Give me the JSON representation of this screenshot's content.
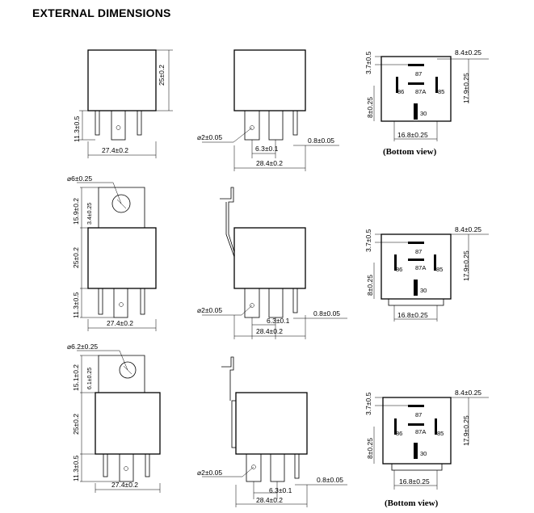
{
  "title": "EXTERNAL DIMENSIONS",
  "rows": [
    {
      "front": {
        "height": "25±0.2",
        "pin_len": "11.3±0.5",
        "width": "27.4±0.2"
      },
      "side": {
        "hole": "⌀2±0.05",
        "pitch": "6.3±0.1",
        "thick": "0.8±0.05",
        "width": "28.4±0.2"
      },
      "bottom": {
        "top_offset": "3.7±0.5",
        "right_offset": "8.4±0.25",
        "height": "17.9±0.25",
        "left_h": "8±0.25",
        "width": "16.8±0.25",
        "caption": "(Bottom view)"
      }
    },
    {
      "front": {
        "hole": "⌀6±0.25",
        "bracket_h": "15.9±0.2",
        "bracket_inner": "3.4±0.25",
        "height": "25±0.2",
        "pin_len": "11.3±0.5",
        "width": "27.4±0.2"
      },
      "side": {
        "hole": "⌀2±0.05",
        "pitch": "6.3±0.1",
        "thick": "0.8±0.05",
        "width": "28.4±0.2"
      },
      "bottom": {
        "top_offset": "3.7±0.5",
        "right_offset": "8.4±0.25",
        "height": "17.9±0.25",
        "left_h": "8±0.25",
        "width": "16.8±0.25"
      }
    },
    {
      "front": {
        "hole": "⌀6.2±0.25",
        "bracket_h": "15.1±0.2",
        "bracket_inner": "6.1±0.25",
        "height": "25±0.2",
        "pin_len": "11.3±0.5",
        "width": "27.4±0.2"
      },
      "side": {
        "hole": "⌀2±0.05",
        "pitch": "6.3±0.1",
        "thick": "0.8±0.05",
        "width": "28.4±0.2"
      },
      "bottom": {
        "top_offset": "3.7±0.5",
        "right_offset": "8.4±0.25",
        "height": "17.9±0.25",
        "left_h": "8±0.25",
        "width": "16.8±0.25",
        "caption": "(Bottom view)"
      }
    }
  ],
  "pins": {
    "p87": "87",
    "p86": "86",
    "p87a": "87A",
    "p85": "85",
    "p30": "30"
  }
}
